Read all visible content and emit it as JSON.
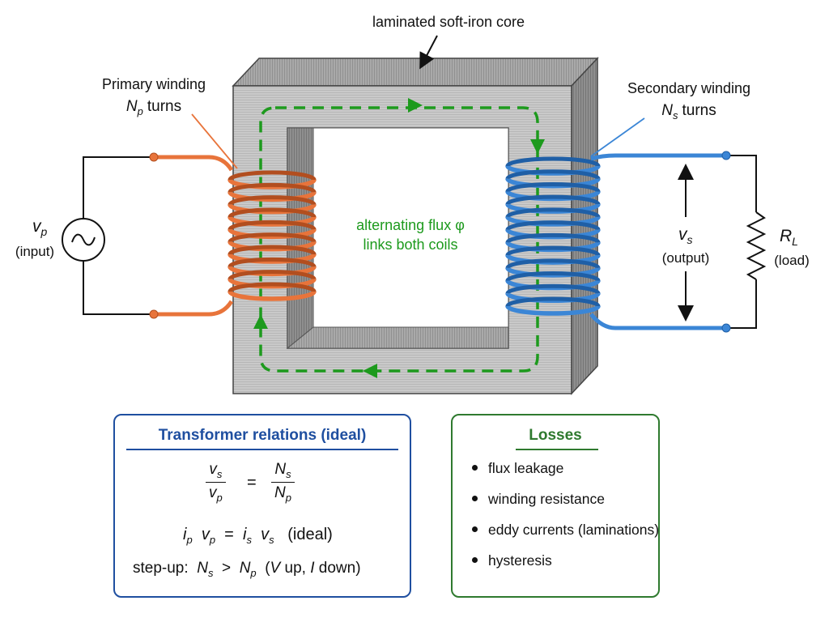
{
  "core": {
    "label": "laminated soft-iron core"
  },
  "primary": {
    "title": "Primary winding",
    "turns_symbol": "N",
    "turns_sub": "p",
    "turns_word": "turns",
    "color": "#e8743b"
  },
  "secondary": {
    "title": "Secondary winding",
    "turns_symbol": "N",
    "turns_sub": "s",
    "turns_word": "turns",
    "color": "#3b86d6"
  },
  "flux": {
    "line1": "alternating flux φ",
    "line2": "links both coils",
    "color": "#1d9a1d"
  },
  "input": {
    "symbol": "v",
    "sub": "p",
    "label": "(input)"
  },
  "output": {
    "symbol": "v",
    "sub": "s",
    "label": "(output)"
  },
  "load": {
    "symbol": "R",
    "sub": "L",
    "label": "(load)"
  },
  "relations": {
    "title": "Transformer relations (ideal)",
    "ratio_lhs_num": "v",
    "ratio_lhs_num_sub": "s",
    "ratio_lhs_den": "v",
    "ratio_lhs_den_sub": "p",
    "equals": "=",
    "ratio_rhs_num": "N",
    "ratio_rhs_num_sub": "s",
    "ratio_rhs_den": "N",
    "ratio_rhs_den_sub": "p",
    "power_i1": "i",
    "power_i1_sub": "p",
    "power_v1": "v",
    "power_v1_sub": "p",
    "power_eq": "=",
    "power_i2": "i",
    "power_i2_sub": "s",
    "power_v2": "v",
    "power_v2_sub": "s",
    "power_note": "(ideal)",
    "stepup_label": "step-up:",
    "stepup_n1": "N",
    "stepup_n1_sub": "s",
    "stepup_gt": ">",
    "stepup_n2": "N",
    "stepup_n2_sub": "p",
    "stepup_open": "(",
    "stepup_V": "V",
    "stepup_up": " up, ",
    "stepup_I": "I",
    "stepup_down": " down)"
  },
  "losses": {
    "title": "Losses",
    "items": [
      "flux leakage",
      "winding resistance",
      "eddy currents (laminations)",
      "hysteresis"
    ]
  },
  "colors": {
    "relations_accent": "#1f4fa0",
    "losses_accent": "#2f7a2f"
  }
}
